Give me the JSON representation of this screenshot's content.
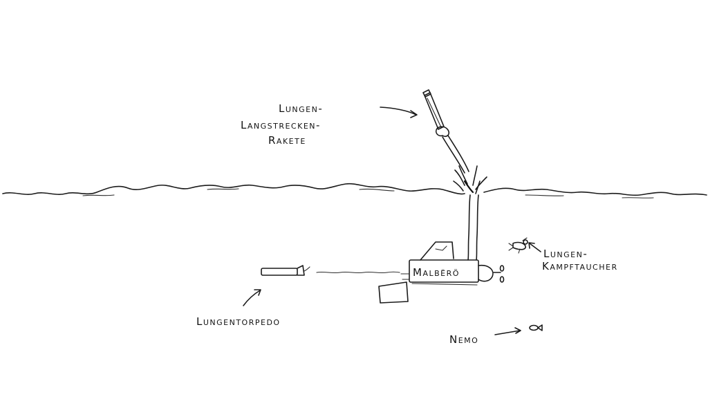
{
  "labels": {
    "rocket": [
      "Lungen-",
      "Langstrecken-",
      "Rakete"
    ],
    "diver": [
      "Lungen-",
      "Kampftaucher"
    ],
    "torpedo": "Lungentorpedo",
    "fish": "Nemo",
    "submarine": "Malbërö"
  },
  "colors": {
    "ink": "#1a1a1a",
    "background": "#ffffff"
  }
}
